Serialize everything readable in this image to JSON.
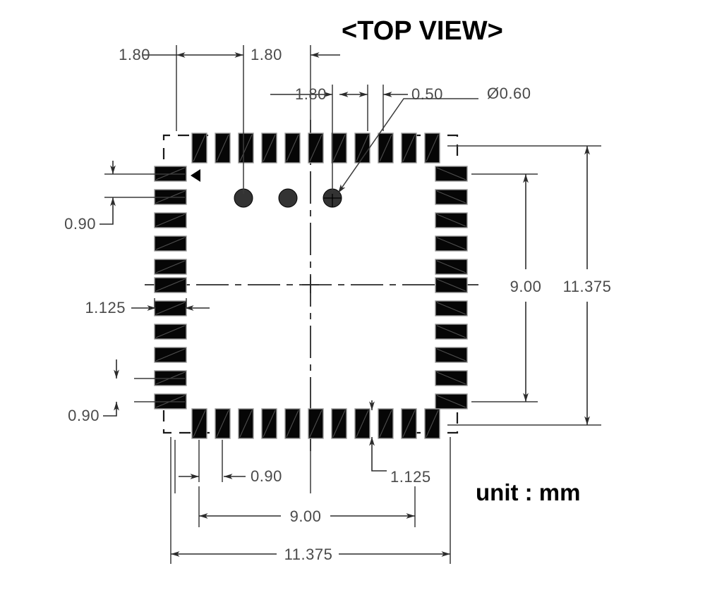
{
  "drawing": {
    "title": "<TOP VIEW>",
    "unit_label": "unit : mm",
    "package": {
      "pads_per_side": 11,
      "total_pads": 44,
      "pad_length_mm": 1.125,
      "pad_width_mm": 0.5,
      "pad_pitch_mm": 0.9,
      "via_diameter_mm": 0.6,
      "via_count": 3
    },
    "dimensions": {
      "top": [
        {
          "id": "top-1",
          "label": "1.80"
        },
        {
          "id": "top-2",
          "label": "1.80"
        },
        {
          "id": "top-3",
          "label": "1.80"
        },
        {
          "id": "top-4",
          "label": "0.50"
        }
      ],
      "top_callout": {
        "id": "via-dia",
        "label": "Ø0.60"
      },
      "left": [
        {
          "id": "left-1",
          "label": "0.90"
        },
        {
          "id": "left-2",
          "label": "1.125"
        },
        {
          "id": "left-3",
          "label": "0.90"
        }
      ],
      "right": [
        {
          "id": "right-inner",
          "label": "9.00"
        },
        {
          "id": "right-outer",
          "label": "11.375"
        }
      ],
      "bottom_small": [
        {
          "id": "bot-pitch",
          "label": "0.90"
        },
        {
          "id": "bot-padlen",
          "label": "1.125"
        }
      ],
      "bottom": [
        {
          "id": "bot-inner",
          "label": "9.00"
        },
        {
          "id": "bot-outer",
          "label": "11.375"
        }
      ]
    }
  }
}
